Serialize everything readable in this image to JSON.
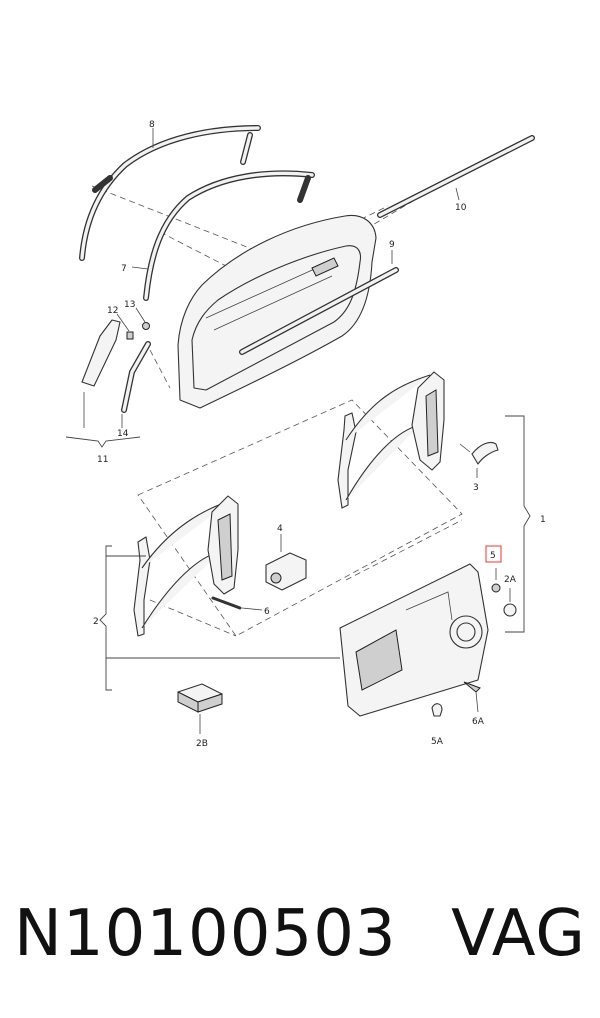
{
  "labels": {
    "p1": "1",
    "p2": "2",
    "p2A": "2A",
    "p2B": "2B",
    "p3": "3",
    "p4": "4",
    "p5": "5",
    "p5A": "5A",
    "p6": "6",
    "p6A": "6A",
    "p7": "7",
    "p8": "8",
    "p9": "9",
    "p10": "10",
    "p11": "11",
    "p12": "12",
    "p13": "13",
    "p14": "14"
  },
  "highlighted_label": "5",
  "footer": {
    "part_number": "N10100503",
    "brand": "VAG"
  }
}
